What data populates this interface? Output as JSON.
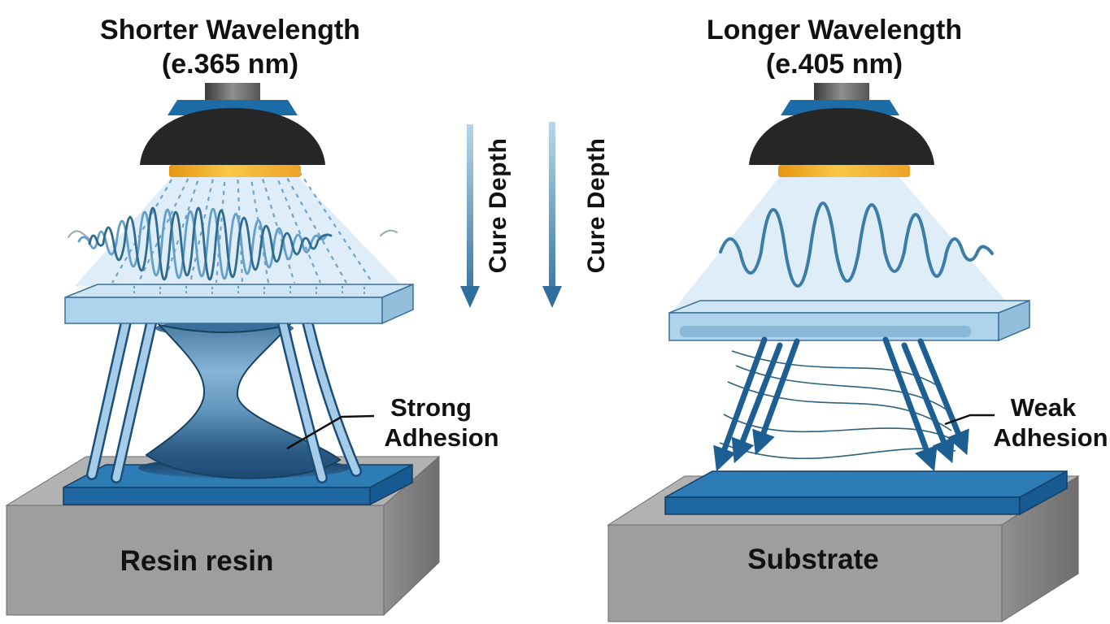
{
  "figure": {
    "left": {
      "title_line1": "Shorter Wavelength",
      "title_line2": "(e.365 nm)",
      "adhesion_line1": "Strong",
      "adhesion_line2": "Adhesion",
      "base_label": "Resin resin"
    },
    "center": {
      "cure_depth_left": "Cure Depth",
      "cure_depth_right": "Cure Depth"
    },
    "right": {
      "title_line1": "Longer Wavelength",
      "title_line2": "(e.405 nm)",
      "adhesion_line1": "Weak",
      "adhesion_line2": "Adhesion",
      "base_label": "Substrate"
    }
  },
  "colors": {
    "cone": "#dcecf8",
    "wave_light": "#639fc9",
    "wave_dark": "#2f6a8f",
    "ray_blue": "#5d97c4",
    "slab_top": "#cde5f5",
    "slab_front": "#aed3ec",
    "slab_side": "#93bfdd",
    "plate_top": "#2e7cb5",
    "plate_front": "#1f67a2",
    "plate_side": "#175a92",
    "block_top": "#b2b2b2",
    "block_front": "#9e9e9e",
    "block_side": "#7c7c7c",
    "lamp_dome": "#262626",
    "lamp_band": "#1c6ca8",
    "arrow_dark_blue": "#1e5f93",
    "text_black": "#111111"
  }
}
